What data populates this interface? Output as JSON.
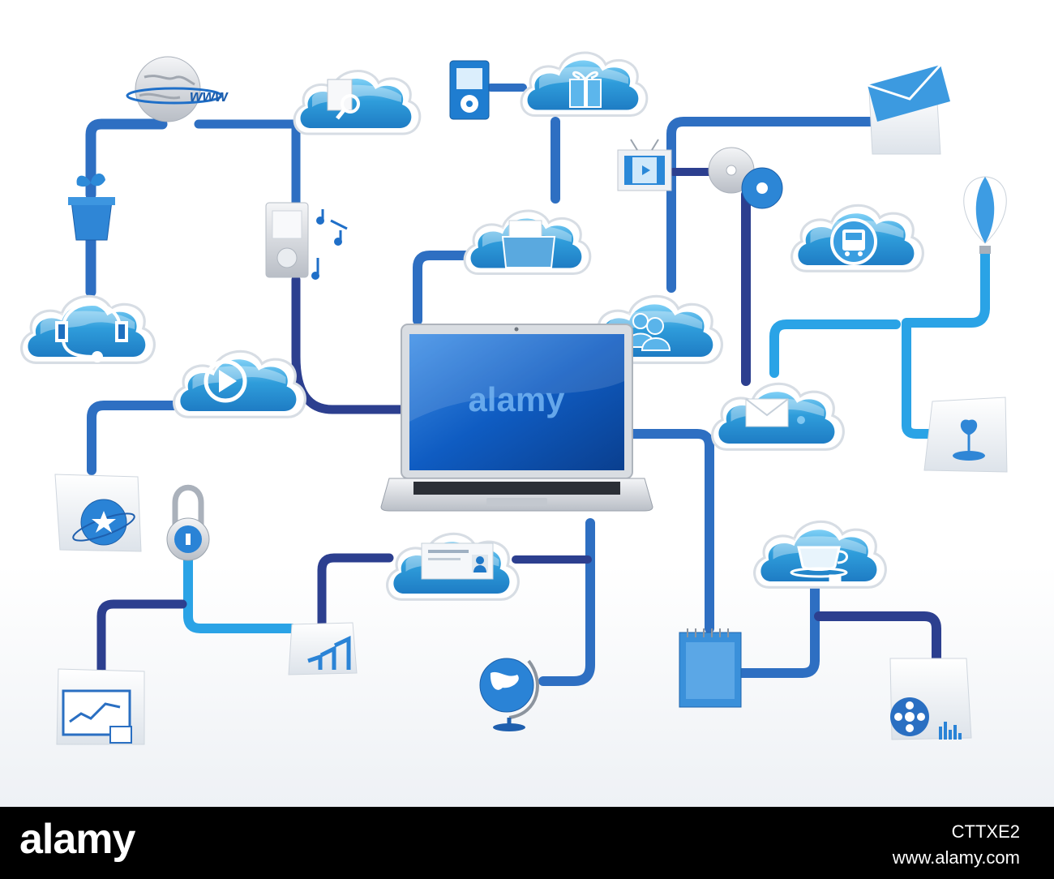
{
  "screen": {
    "watermark": "alamy",
    "globe_label": "www"
  },
  "footer": {
    "logo": "alamy",
    "image_id": "CTTXE2",
    "site": "www.alamy.com"
  },
  "colors": {
    "dark_line": "#2c3f8f",
    "mid_line": "#2f6fc0",
    "light_line": "#2aa3e6",
    "cloud": "#3aa8df",
    "cloud_border": "#ffffff",
    "screen": "#0d5fc4"
  },
  "icons": [
    "globe-www-icon",
    "document-search-icon",
    "music-player-icon",
    "gift-icon",
    "envelope-folder-icon",
    "plant-pot-icon",
    "media-player-icon",
    "tv-icon",
    "cd-icon",
    "folder-cloud-icon",
    "bus-icon",
    "air-balloon-icon",
    "headset-icon",
    "users-icon",
    "play-icon",
    "mail-icon",
    "plant-folder-icon",
    "internet-folder-icon",
    "padlock-icon",
    "contact-card-icon",
    "coffee-icon",
    "chart-folder-icon",
    "globe-stand-icon",
    "notepad-icon",
    "film-reel-icon",
    "laptop-icon"
  ]
}
